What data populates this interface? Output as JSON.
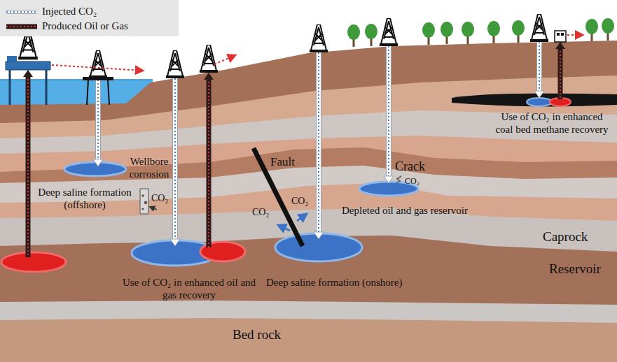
{
  "diagram": {
    "labels": [
      "Wellbore corrosion",
      "CO₂",
      "Deep saline formation (offshore)",
      "Use of CO₂ in enhanced oil and gas recovery",
      "Fault",
      "CO₂",
      "CO₂",
      "Deep saline formation (onshore)",
      "Crack",
      "CO₂",
      "Depleted oil and gas reservoir",
      "Use of CO₂ in enhanced coal bed methane recovery",
      "Caprock",
      "Reservoir",
      "Bed rock"
    ],
    "legend": [
      {
        "text": "Injected CO₂"
      },
      {
        "text": "Produced Oil or Gas"
      }
    ]
  }
}
